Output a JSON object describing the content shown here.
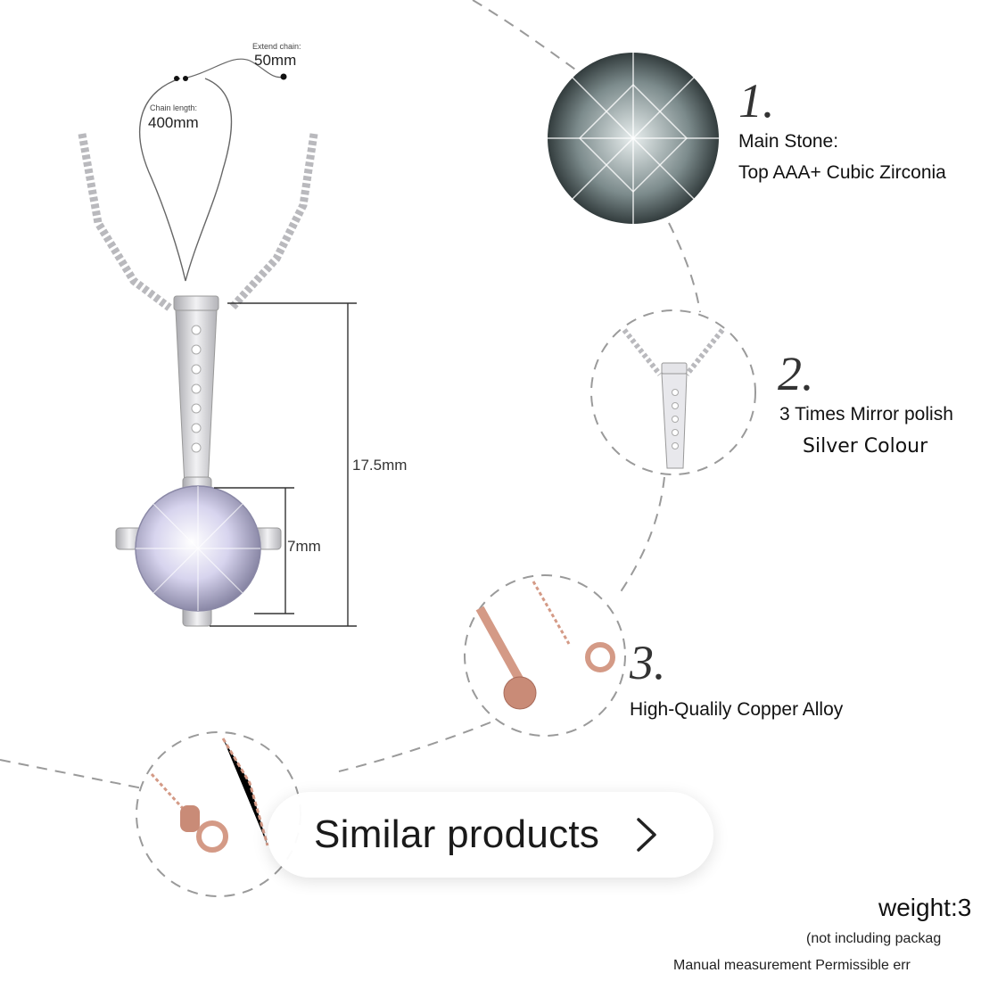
{
  "necklace": {
    "extend_chain_label": "Extend chain:",
    "extend_chain_value": "50mm",
    "chain_length_label": "Chain length:",
    "chain_length_value": "400mm",
    "pendant_height": "17.5mm",
    "stone_size": "7mm"
  },
  "features": [
    {
      "number": "1.",
      "line1": "Main Stone:",
      "line2": "Top AAA+ Cubic Zirconia"
    },
    {
      "number": "2.",
      "line1": "3 Times Mirror polish",
      "line2": "Silver Colour"
    },
    {
      "number": "3.",
      "line1": "High-Qualily Copper Alloy"
    }
  ],
  "similar_products": {
    "label": "Similar products"
  },
  "weight": {
    "label": "weight:3",
    "note1": "(not including packag",
    "note2": "Manual measurement Permissible err"
  },
  "colors": {
    "silver": "#c8c8cc",
    "rose_gold": "#d49a86",
    "accent_text": "#111111"
  },
  "icons": [
    "chevron-right-icon"
  ]
}
